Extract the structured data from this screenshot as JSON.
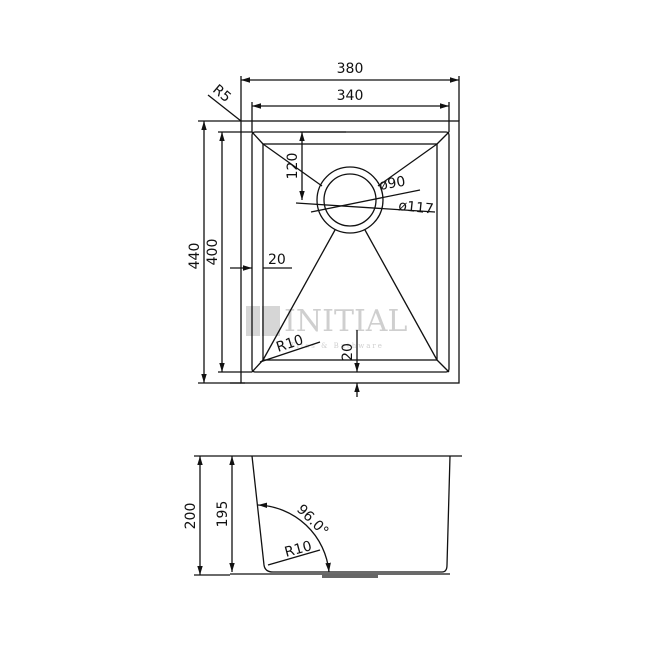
{
  "dimensions": {
    "overall_width": "380",
    "bowl_width": "340",
    "corner_radius": "R5",
    "overall_length": "440",
    "bowl_length": "400",
    "drain_offset": "120",
    "drain_inner_diameter": "ø90",
    "drain_outer_diameter": "ø117",
    "side_margin": "20",
    "bottom_margin": "20",
    "floor_radius": "R10",
    "overall_height": "200",
    "bowl_depth": "195",
    "wall_angle": "96.0°",
    "side_radius": "R10"
  },
  "watermark": {
    "brand": "INITIAL",
    "tagline": "Tiles & Bathware"
  }
}
